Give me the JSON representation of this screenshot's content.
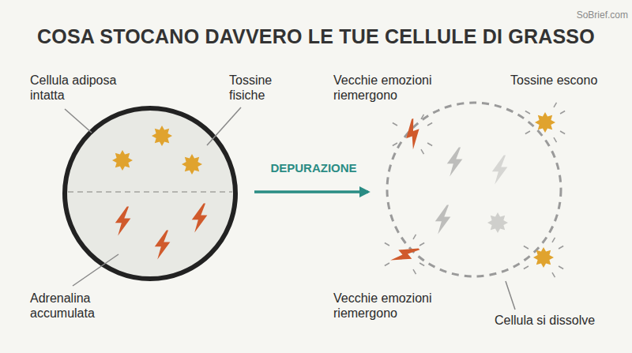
{
  "diagram": {
    "title": "COSA STOCANO DAVVERO LE TUE CELLULE DI GRASSO",
    "labels": [
      "SoBrief.com",
      "Cellula adiposa intatta",
      "Tossine fisiche",
      "Adrenalina accumulata",
      "DEPURAZIONE",
      "Vecchie emozioni riemergono",
      "Tossine escono",
      "Vecchie emozioni riemergono",
      "Cellula si dissolve"
    ]
  }
}
